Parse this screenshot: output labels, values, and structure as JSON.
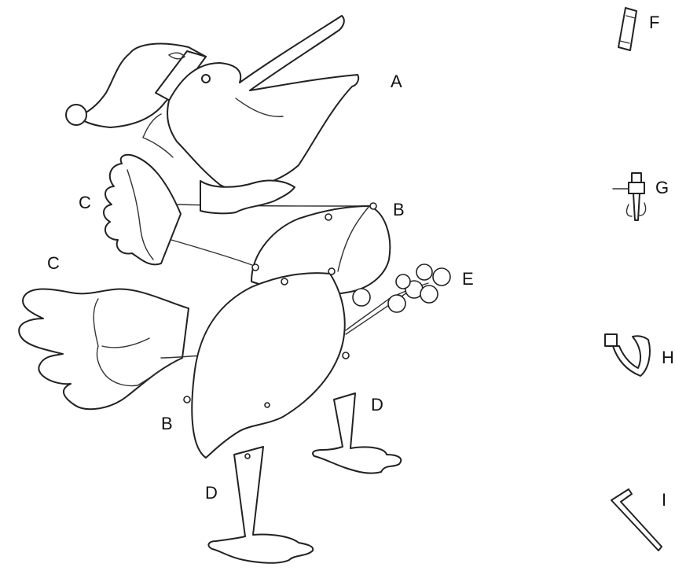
{
  "labels": {
    "a": "A",
    "b_top": "B",
    "b_bottom": "B",
    "c_top": "C",
    "c_bottom": "C",
    "d_right": "D",
    "d_left": "D",
    "e": "E",
    "f": "F",
    "g": "G",
    "h": "H",
    "i": "I"
  },
  "parts": {
    "a": "pelican-head-icon",
    "b": "pelican-body-panel-icon",
    "c": "pelican-wing-icon",
    "d": "pelican-foot-icon",
    "e": "berry-cluster-icon",
    "f": "fuse-icon",
    "g": "stake-connector-icon",
    "h": "zip-tie-icon",
    "i": "ground-stake-icon"
  },
  "colors": {
    "line": "#222222",
    "fill": "#ffffff"
  }
}
